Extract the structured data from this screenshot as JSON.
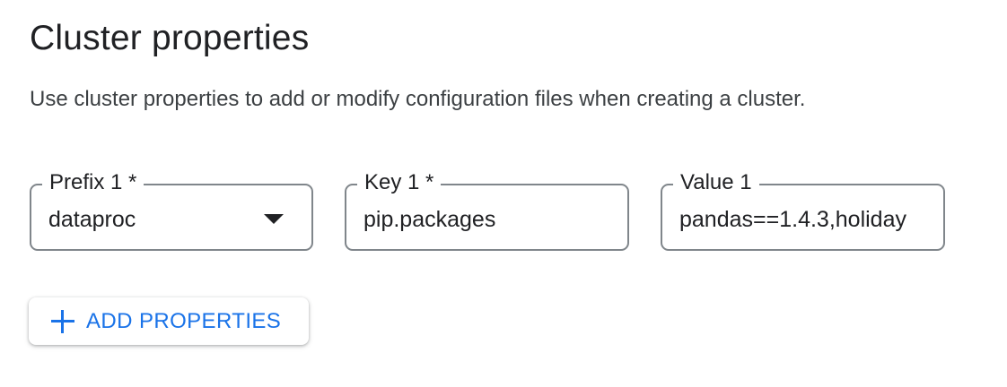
{
  "section": {
    "title": "Cluster properties",
    "description": "Use cluster properties to add or modify configuration files when creating a cluster."
  },
  "properties": [
    {
      "prefix_label": "Prefix 1 *",
      "prefix_value": "dataproc",
      "key_label": "Key 1 *",
      "key_value": "pip.packages",
      "value_label": "Value 1",
      "value_value": "pandas==1.4.3,holiday"
    }
  ],
  "add_button": {
    "label": "ADD PROPERTIES",
    "icon": "plus-icon"
  },
  "colors": {
    "accent": "#1a73e8",
    "border": "#80868b",
    "text": "#202124"
  }
}
